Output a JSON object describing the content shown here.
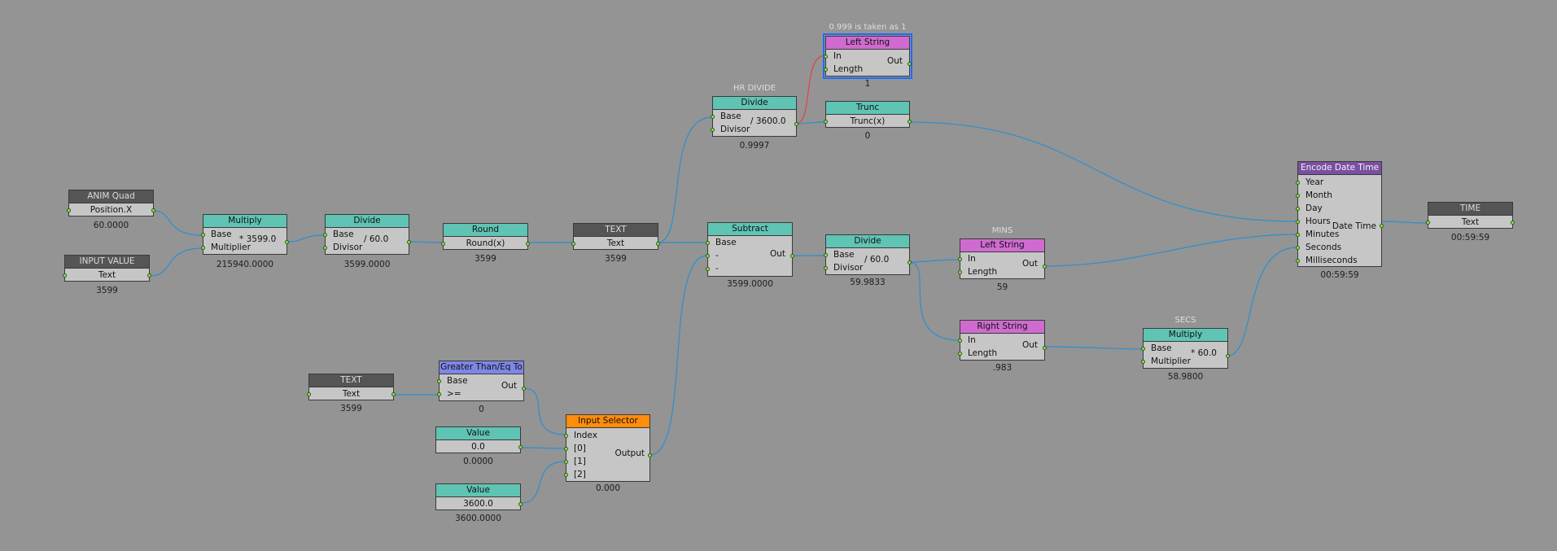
{
  "nodes": {
    "anim_quad": {
      "title": "ANIM Quad",
      "field": "Position.X",
      "result": "60.0000"
    },
    "input_value": {
      "title": "INPUT VALUE",
      "field": "Text",
      "result": "3599"
    },
    "multiply1": {
      "title": "Multiply",
      "in1": "Base",
      "in2": "Multiplier",
      "value": "* 3599.0",
      "result": "215940.0000"
    },
    "divide1": {
      "title": "Divide",
      "in1": "Base",
      "in2": "Divisor",
      "value": "/ 60.0",
      "result": "3599.0000"
    },
    "round": {
      "title": "Round",
      "field": "Round(x)",
      "result": "3599"
    },
    "text1": {
      "title": "TEXT",
      "field": "Text",
      "result": "3599"
    },
    "hr_divide": {
      "caption": "HR DIVIDE",
      "title": "Divide",
      "in1": "Base",
      "in2": "Divisor",
      "value": "/ 3600.0",
      "result": "0.9997"
    },
    "left_string1": {
      "caption": "0.999 is taken as 1",
      "title": "Left String",
      "in1": "In",
      "in2": "Length",
      "out": "Out",
      "result": "1"
    },
    "trunc": {
      "title": "Trunc",
      "field": "Trunc(x)",
      "result": "0"
    },
    "subtract": {
      "title": "Subtract",
      "in1": "Base",
      "in2": "-",
      "in3": "-",
      "out": "Out",
      "result": "3599.0000"
    },
    "divide2": {
      "title": "Divide",
      "in1": "Base",
      "in2": "Divisor",
      "value": "/ 60.0",
      "result": "59.9833"
    },
    "left_string2": {
      "caption": "MINS",
      "title": "Left String",
      "in1": "In",
      "in2": "Length",
      "out": "Out",
      "result": "59"
    },
    "right_string": {
      "title": "Right String",
      "in1": "In",
      "in2": "Length",
      "out": "Out",
      "result": ".983"
    },
    "multiply2": {
      "caption": "SECS",
      "title": "Multiply",
      "in1": "Base",
      "in2": "Multiplier",
      "value": "* 60.0",
      "result": "58.9800"
    },
    "encode": {
      "title": "Encode Date Time",
      "inputs": [
        "Year",
        "Month",
        "Day",
        "Hours",
        "Minutes",
        "Seconds",
        "Milliseconds"
      ],
      "out": "Date Time",
      "result": "00:59:59"
    },
    "time": {
      "title": "TIME",
      "field": "Text",
      "result": "00:59:59"
    },
    "text2": {
      "title": "TEXT",
      "field": "Text",
      "result": "3599"
    },
    "gte": {
      "title": "Greater Than/Eq To",
      "in1": "Base",
      "in2": ">=",
      "out": "Out",
      "result": "0"
    },
    "value1": {
      "title": "Value",
      "field": "0.0",
      "result": "0.0000"
    },
    "value2": {
      "title": "Value",
      "field": "3600.0",
      "result": "3600.0000"
    },
    "input_selector": {
      "title": "Input Selector",
      "inputs": [
        "Index",
        "[0]",
        "[1]",
        "[2]"
      ],
      "out": "Output",
      "result": "0.000"
    }
  },
  "colors": {
    "background": "#949494",
    "wire": "#2c8fd0",
    "wire_selected": "#e0443c",
    "port": "#8ee84e",
    "header_math": "#5fc4b3",
    "header_io": "#555555",
    "header_string": "#cf6bd0",
    "header_datetime": "#7b4fa3",
    "header_compare": "#7f86e6",
    "header_selector": "#ff8c0a",
    "selection": "#1e6bff"
  }
}
